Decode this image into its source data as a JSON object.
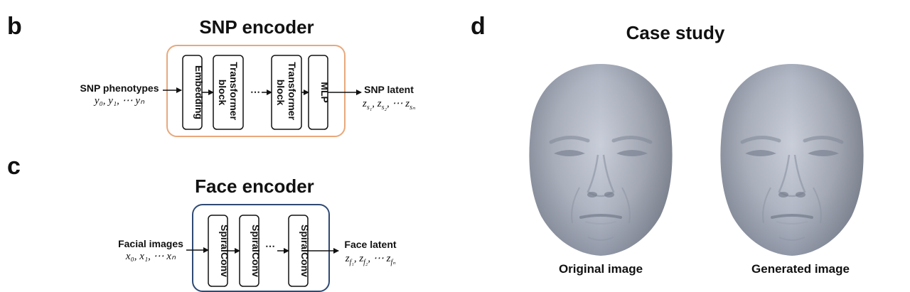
{
  "panels": {
    "b": {
      "letter": "b",
      "title": "SNP encoder",
      "input_label": "SNP phenotypes",
      "input_math": "y₀, y₁, ⋯ yₙ",
      "blocks": [
        "Embedding",
        "Transformer block",
        "Transformer block",
        "MLP"
      ],
      "dots": "⋯",
      "output_label": "SNP latent",
      "output_math": "z_s₁, z_s₂, ⋯ z_sₙ",
      "border_color": "#e8a87c"
    },
    "c": {
      "letter": "c",
      "title": "Face encoder",
      "input_label": "Facial images",
      "input_math": "x₀, x₁, ⋯ xₙ",
      "blocks": [
        "SpiralConv",
        "SpiralConv",
        "SpiralConv"
      ],
      "dots": "⋯",
      "output_label": "Face latent",
      "output_math": "z_f₁, z_f₂, ⋯ z_fₙ",
      "border_color": "#2f4a73"
    },
    "d": {
      "letter": "d",
      "title": "Case study",
      "images": [
        {
          "caption": "Original image",
          "icon": "face-mesh-render"
        },
        {
          "caption": "Generated image",
          "icon": "face-mesh-render"
        }
      ]
    }
  }
}
